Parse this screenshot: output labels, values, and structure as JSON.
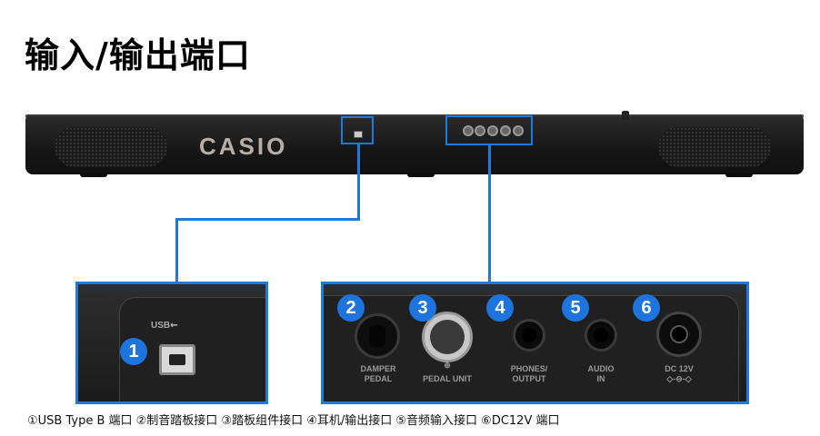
{
  "title": "输入/输出端口",
  "brand": "CASIO",
  "panel_left": {
    "usb_symbol": "USB⇜",
    "badge": "1"
  },
  "panel_right": {
    "ports": [
      {
        "badge": "2",
        "label_line1": "DAMPER",
        "label_line2": "PEDAL"
      },
      {
        "badge": "3",
        "label_line1": "",
        "label_line2": "PEDAL UNIT"
      },
      {
        "badge": "4",
        "label_line1": "PHONES/",
        "label_line2": "OUTPUT"
      },
      {
        "badge": "5",
        "label_line1": "AUDIO",
        "label_line2": "IN"
      },
      {
        "badge": "6",
        "label_line1": "DC 12V",
        "label_line2": "◇-⊖-◇"
      }
    ]
  },
  "caption": "①USB Type B 端口 ②制音踏板接口 ③踏板组件接口 ④耳机/输出接口 ⑤音频输入接口 ⑥DC12V 端口",
  "colors": {
    "accent": "#1c7ae0",
    "badge": "#1c74dc"
  }
}
